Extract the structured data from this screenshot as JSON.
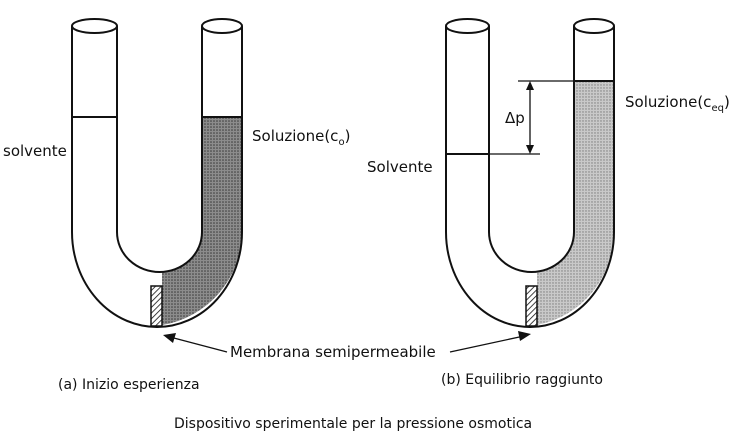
{
  "figure": {
    "caption": "Dispositivo sperimentale per la pressione osmotica",
    "membrane_label": "Membrana semipermeabile",
    "left": {
      "solvent_label": "solvente",
      "solution_label": "Soluzione(c",
      "solution_sub": "o",
      "solution_close": ")",
      "caption": "(a) Inizio esperienza"
    },
    "right": {
      "solvent_label": "Solvente",
      "solution_label": "Soluzione(c",
      "solution_sub": "eq",
      "solution_close": ")",
      "delta_label": "Δp",
      "caption": "(b) Equilibrio raggiunto"
    }
  },
  "colors": {
    "stroke": "#111111",
    "solution_left": "#7c7c7c",
    "solution_right": "#bdbdbd",
    "background": "#ffffff"
  }
}
